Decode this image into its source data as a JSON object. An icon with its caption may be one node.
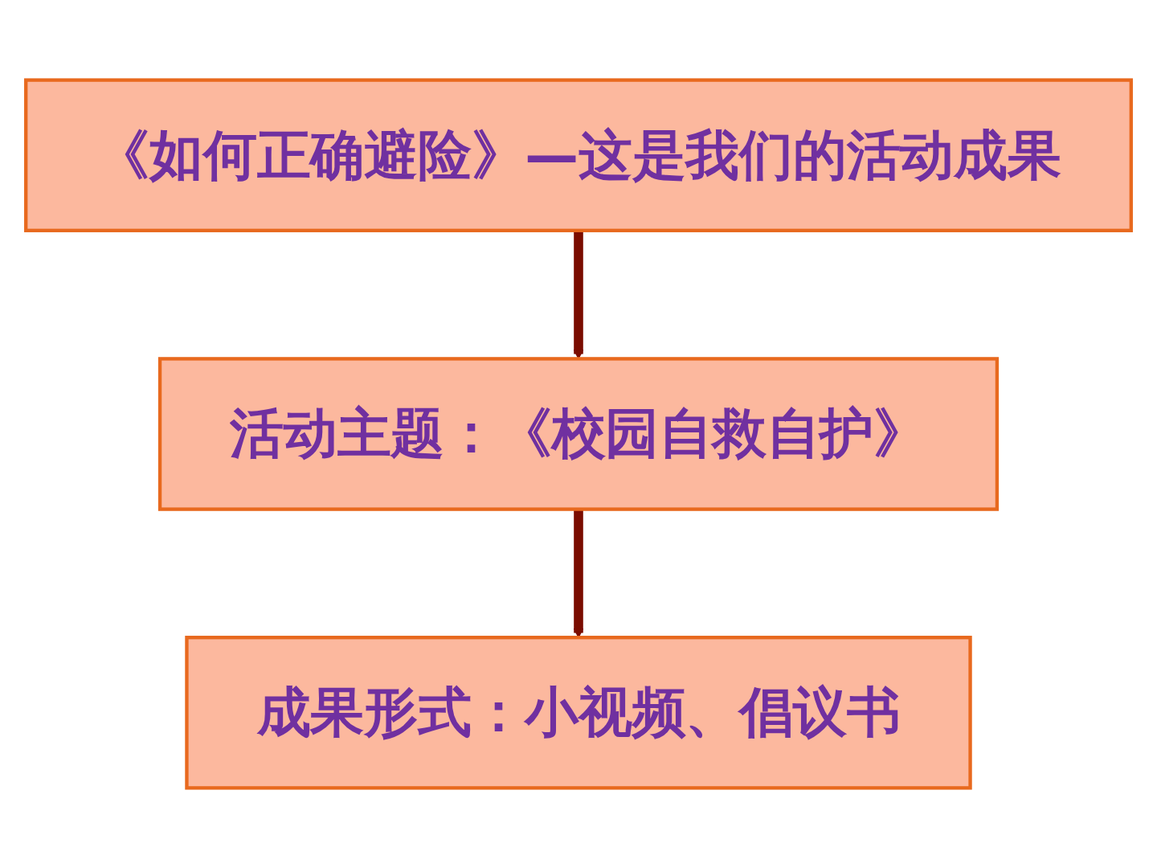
{
  "diagram": {
    "nodes": [
      {
        "text": [
          "《如何正确避险》—这是我们的活动成果"
        ]
      },
      {
        "text": [
          "活动主题：《校园自救自护》"
        ]
      },
      {
        "text": [
          "成果形式：小视频、倡议书"
        ]
      }
    ],
    "edges": [
      {
        "from": 0,
        "to": 1,
        "arrow": "to"
      },
      {
        "from": 1,
        "to": 2,
        "arrow": "to"
      }
    ]
  }
}
